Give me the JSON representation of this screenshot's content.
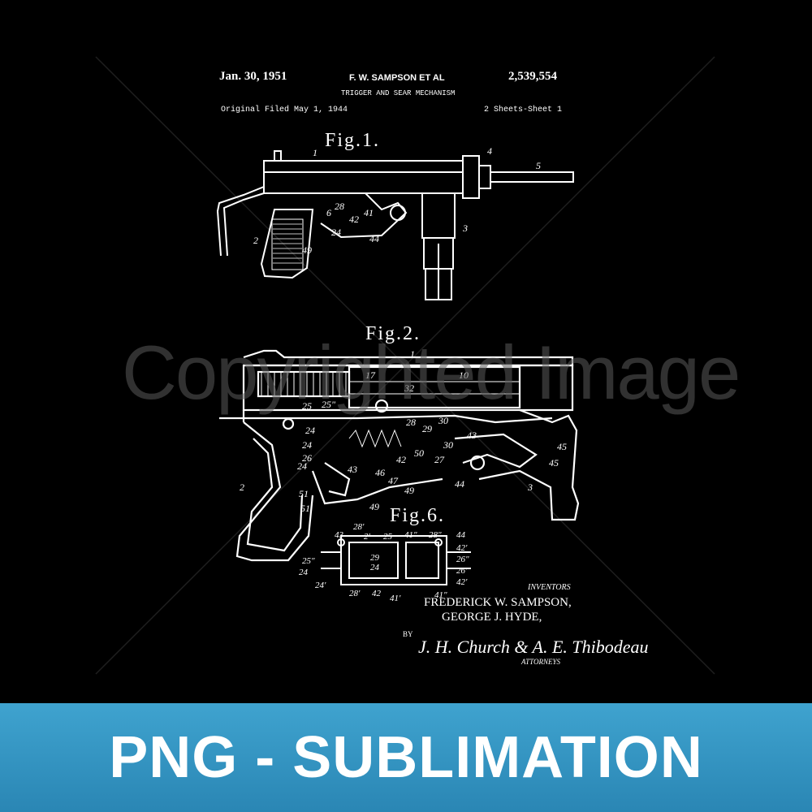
{
  "patent": {
    "date": "Jan. 30, 1951",
    "inventor_line": "F. W. SAMPSON  ET AL",
    "number": "2,539,554",
    "title": "TRIGGER AND SEAR MECHANISM",
    "filed": "Original Filed May 1, 1944",
    "sheets": "2 Sheets-Sheet 1"
  },
  "figures": [
    "Fig.1.",
    "Fig.2.",
    "Fig.6."
  ],
  "watermark": "Copyrighted Image",
  "inventors": {
    "heading": "INVENTORS",
    "name1": "FREDERICK W. SAMPSON,",
    "name2": "GEORGE J. HYDE,",
    "by": "BY",
    "signature": "J. H. Church & A. E. Thibodeau",
    "attorneys": "ATTORNEYS"
  },
  "banner": {
    "text": "PNG - SUBLIMATION",
    "color_top": "#3fa3cf",
    "color_bottom": "#2a86b4"
  }
}
